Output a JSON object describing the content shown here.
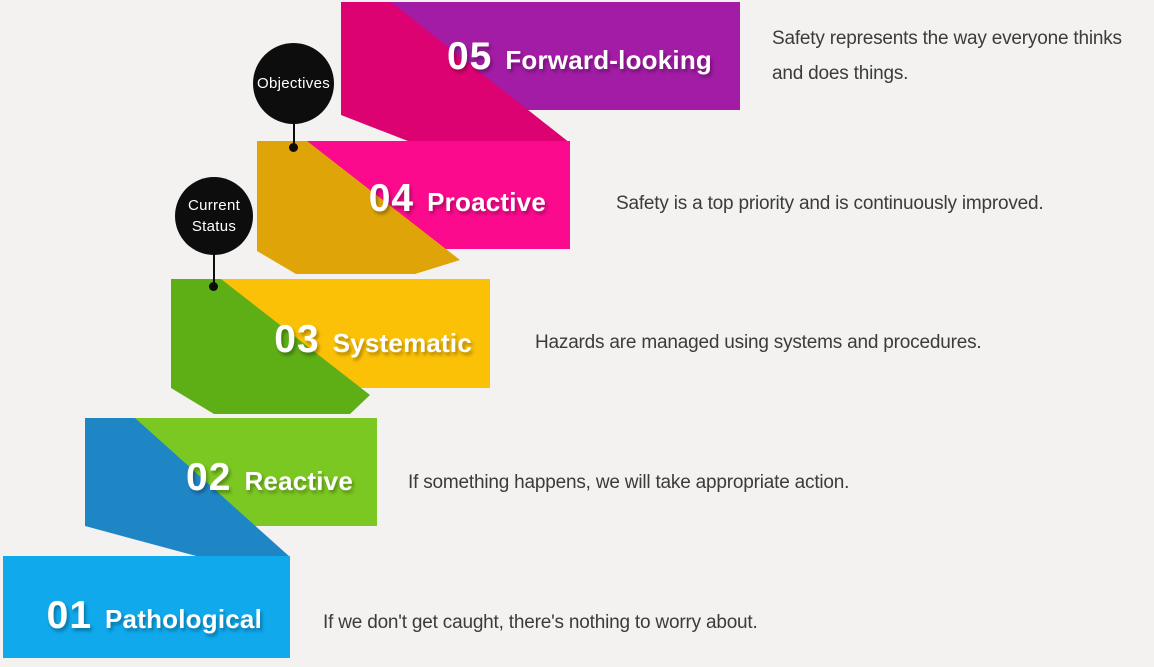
{
  "figure": {
    "kind": "safety-culture-maturity-ribbon-ladder",
    "background_color": "#F3F2F1",
    "description_text_color": "#3B3B3B",
    "ribbon_text_color": "#FFFFFF",
    "marker_color": "#0D0D0D"
  },
  "levels": [
    {
      "number": "05",
      "name": "Forward-looking",
      "description_lines": [
        "Safety represents the way everyone thinks",
        "and does things."
      ],
      "banner_color": "#A21CA6",
      "fold_color": "#DC0272"
    },
    {
      "number": "04",
      "name": "Proactive",
      "description_lines": [
        "Safety is a top priority and is continuously improved."
      ],
      "banner_color": "#FB0A8E",
      "fold_color": "#DFA508"
    },
    {
      "number": "03",
      "name": "Systematic",
      "description_lines": [
        "Hazards are managed using systems and procedures."
      ],
      "banner_color": "#FBC107",
      "fold_color": "#5EAE16"
    },
    {
      "number": "02",
      "name": "Reactive",
      "description_lines": [
        "If something happens, we will take appropriate action."
      ],
      "banner_color": "#7CC822",
      "fold_color": "#1F86C6"
    },
    {
      "number": "01",
      "name": "Pathological",
      "description_lines": [
        "If we don't get caught, there's nothing to worry about."
      ],
      "banner_color": "#0FA9EC"
    }
  ],
  "markers": [
    {
      "id": "objectives",
      "lines": [
        "Objectives"
      ]
    },
    {
      "id": "current-status",
      "lines": [
        "Current",
        "Status"
      ]
    }
  ]
}
